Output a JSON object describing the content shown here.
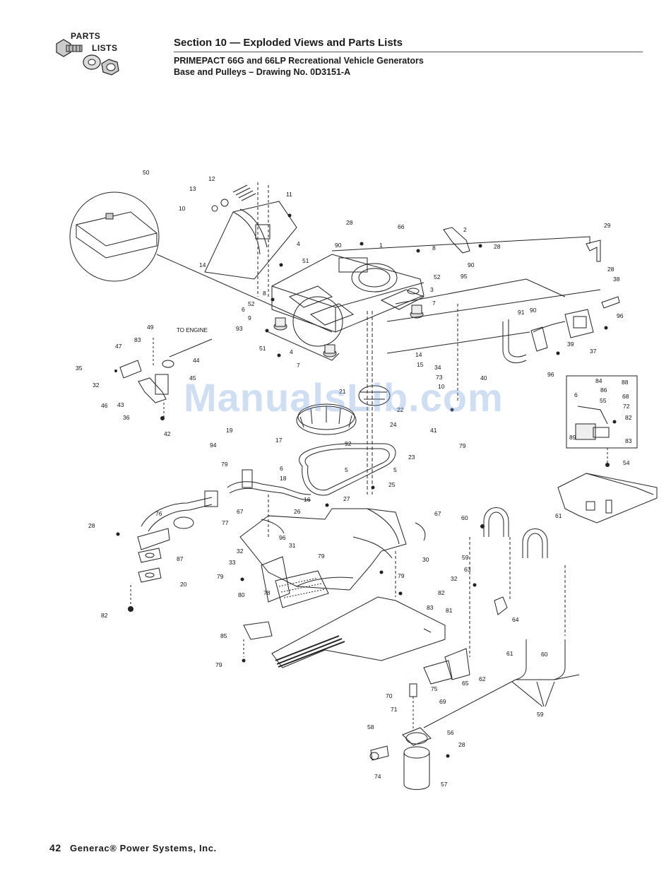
{
  "logo": {
    "line1": "PARTS",
    "line2": "LISTS",
    "icon": "nut-bolt-washer-icon"
  },
  "header": {
    "section": "Section 10 — Exploded Views and Parts Lists",
    "product": "PRIMEPACT 66G and 66LP Recreational Vehicle Generators",
    "drawing": "Base and Pulleys – Drawing No. 0D3151-A"
  },
  "diagram": {
    "caption_engine": "TO ENGINE",
    "callouts": [
      "50",
      "12",
      "13",
      "10",
      "11",
      "28",
      "66",
      "2",
      "90",
      "1",
      "8",
      "4",
      "51",
      "14",
      "6",
      "3",
      "7",
      "52",
      "95",
      "29",
      "38",
      "9",
      "93",
      "49",
      "83",
      "47",
      "35",
      "32",
      "46",
      "43",
      "36",
      "42",
      "44",
      "45",
      "96",
      "91",
      "37",
      "39",
      "40",
      "15",
      "34",
      "73",
      "21",
      "22",
      "24",
      "41",
      "79",
      "86",
      "84",
      "55",
      "68",
      "72",
      "88",
      "89",
      "82",
      "54",
      "19",
      "94",
      "17",
      "16",
      "18",
      "23",
      "92",
      "5",
      "25",
      "27",
      "76",
      "77",
      "28",
      "67",
      "26",
      "31",
      "33",
      "30",
      "87",
      "20",
      "60",
      "59",
      "61",
      "63",
      "64",
      "80",
      "85",
      "81",
      "62",
      "65",
      "75",
      "70",
      "71",
      "69",
      "58",
      "56",
      "74",
      "57"
    ]
  },
  "watermark": "ManualsLib.com",
  "footer": {
    "page": "42",
    "company": "Generac® Power Systems, Inc."
  }
}
